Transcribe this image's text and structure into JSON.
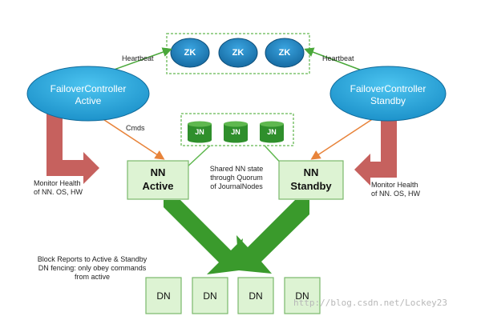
{
  "zookeeper": {
    "nodes": [
      "ZK",
      "ZK",
      "ZK"
    ]
  },
  "failover_active": {
    "title": "FailoverController",
    "subtitle": "Active"
  },
  "failover_standby": {
    "title": "FailoverController",
    "subtitle": "Standby"
  },
  "journal": {
    "nodes": [
      "JN",
      "JN",
      "JN"
    ],
    "caption": [
      "Shared NN state",
      "through Quorum",
      "of JournalNodes"
    ]
  },
  "nn_active": {
    "title": "NN",
    "subtitle": "Active"
  },
  "nn_standby": {
    "title": "NN",
    "subtitle": "Standby"
  },
  "labels": {
    "heartbeat_left": "Heartbeat",
    "heartbeat_right": "Heartbeat",
    "cmds": "Cmds",
    "monitor_left": [
      "Monitor Health",
      "of NN. OS, HW"
    ],
    "monitor_right": [
      "Monitor Health",
      "of NN. OS, HW"
    ],
    "block_reports": [
      "Block Reports to Active & Standby",
      "DN fencing: only obey commands",
      "from active"
    ]
  },
  "datanodes": [
    "DN",
    "DN",
    "DN",
    "DN"
  ],
  "watermark": "http://blog.csdn.net/Lockey23",
  "colors": {
    "ellipse": "#1e9fd6",
    "zk_fill": "#1f86c6",
    "jn_fill": "#2f8f2c",
    "box_fill": "#ddf3d3",
    "box_border": "#7ab86c",
    "green_arrow": "#3a9a2c",
    "red_arrow": "#c0504d",
    "orange_line": "#e8833a"
  }
}
